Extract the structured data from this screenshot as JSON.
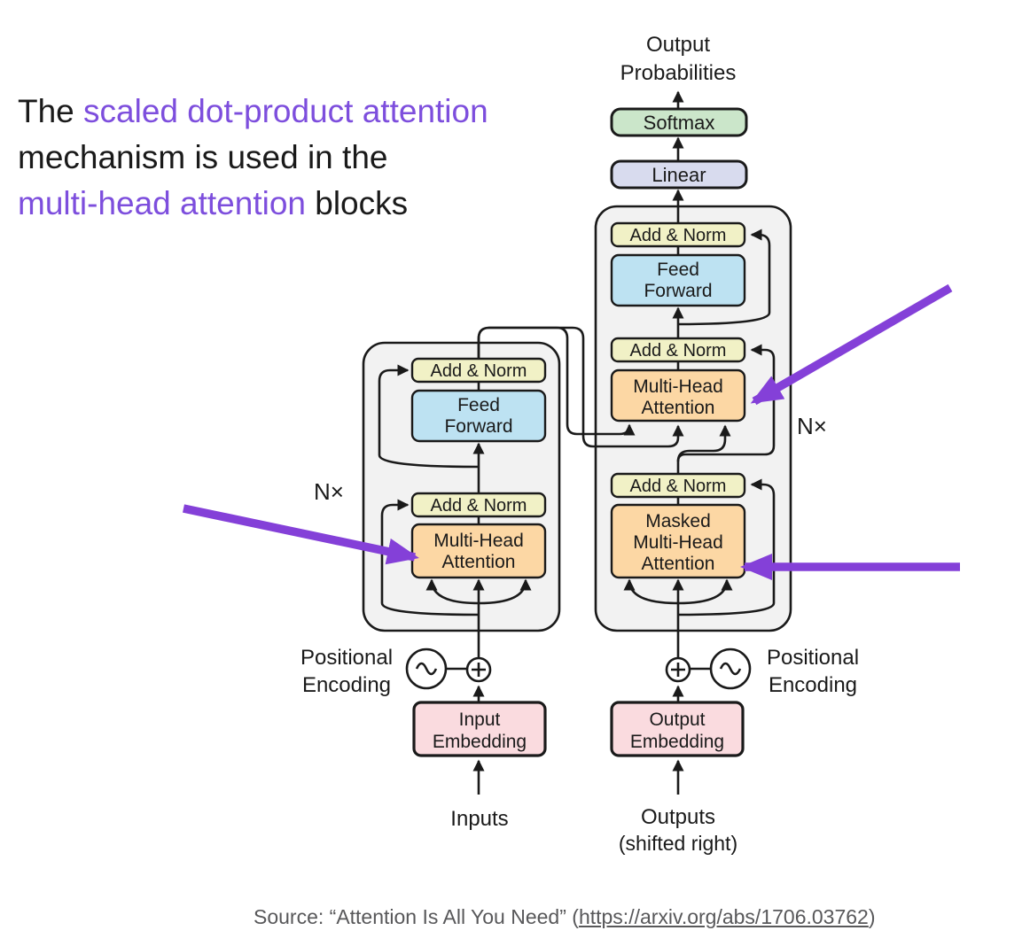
{
  "annotation": {
    "l1a": "The ",
    "l1b": "scaled dot-product attention",
    "l2": "mechanism is used in the",
    "l3a": "multi-head attention",
    "l3b": " blocks"
  },
  "labels": {
    "output_prob_1": "Output",
    "output_prob_2": "Probabilities",
    "softmax": "Softmax",
    "linear": "Linear",
    "add_norm": "Add & Norm",
    "feed_1": "Feed",
    "feed_2": "Forward",
    "mha_1": "Multi-Head",
    "mha_2": "Attention",
    "masked_1": "Masked",
    "masked_2": "Multi-Head",
    "masked_3": "Attention",
    "input_emb_1": "Input",
    "input_emb_2": "Embedding",
    "output_emb_1": "Output",
    "output_emb_2": "Embedding",
    "pos_1": "Positional",
    "pos_2": "Encoding",
    "inputs": "Inputs",
    "outputs_1": "Outputs",
    "outputs_2": "(shifted right)",
    "n_times": "N×"
  },
  "source": {
    "prefix": "Source: “Attention Is All You Need” (",
    "link": "https://arxiv.org/abs/1706.03762",
    "suffix": ")"
  },
  "colors": {
    "purple_text": "#7d4edd",
    "purple_arrow": "#8440d8",
    "softmax": "#cbe6ca",
    "linear": "#d8dbee",
    "add_norm": "#f1f1c6",
    "feed_forward": "#bde2f2",
    "attention": "#fcd7a4",
    "embedding": "#fadbdf",
    "block_bg": "#f2f2f2",
    "line": "#1a1a1a",
    "source_text": "#58585a"
  }
}
